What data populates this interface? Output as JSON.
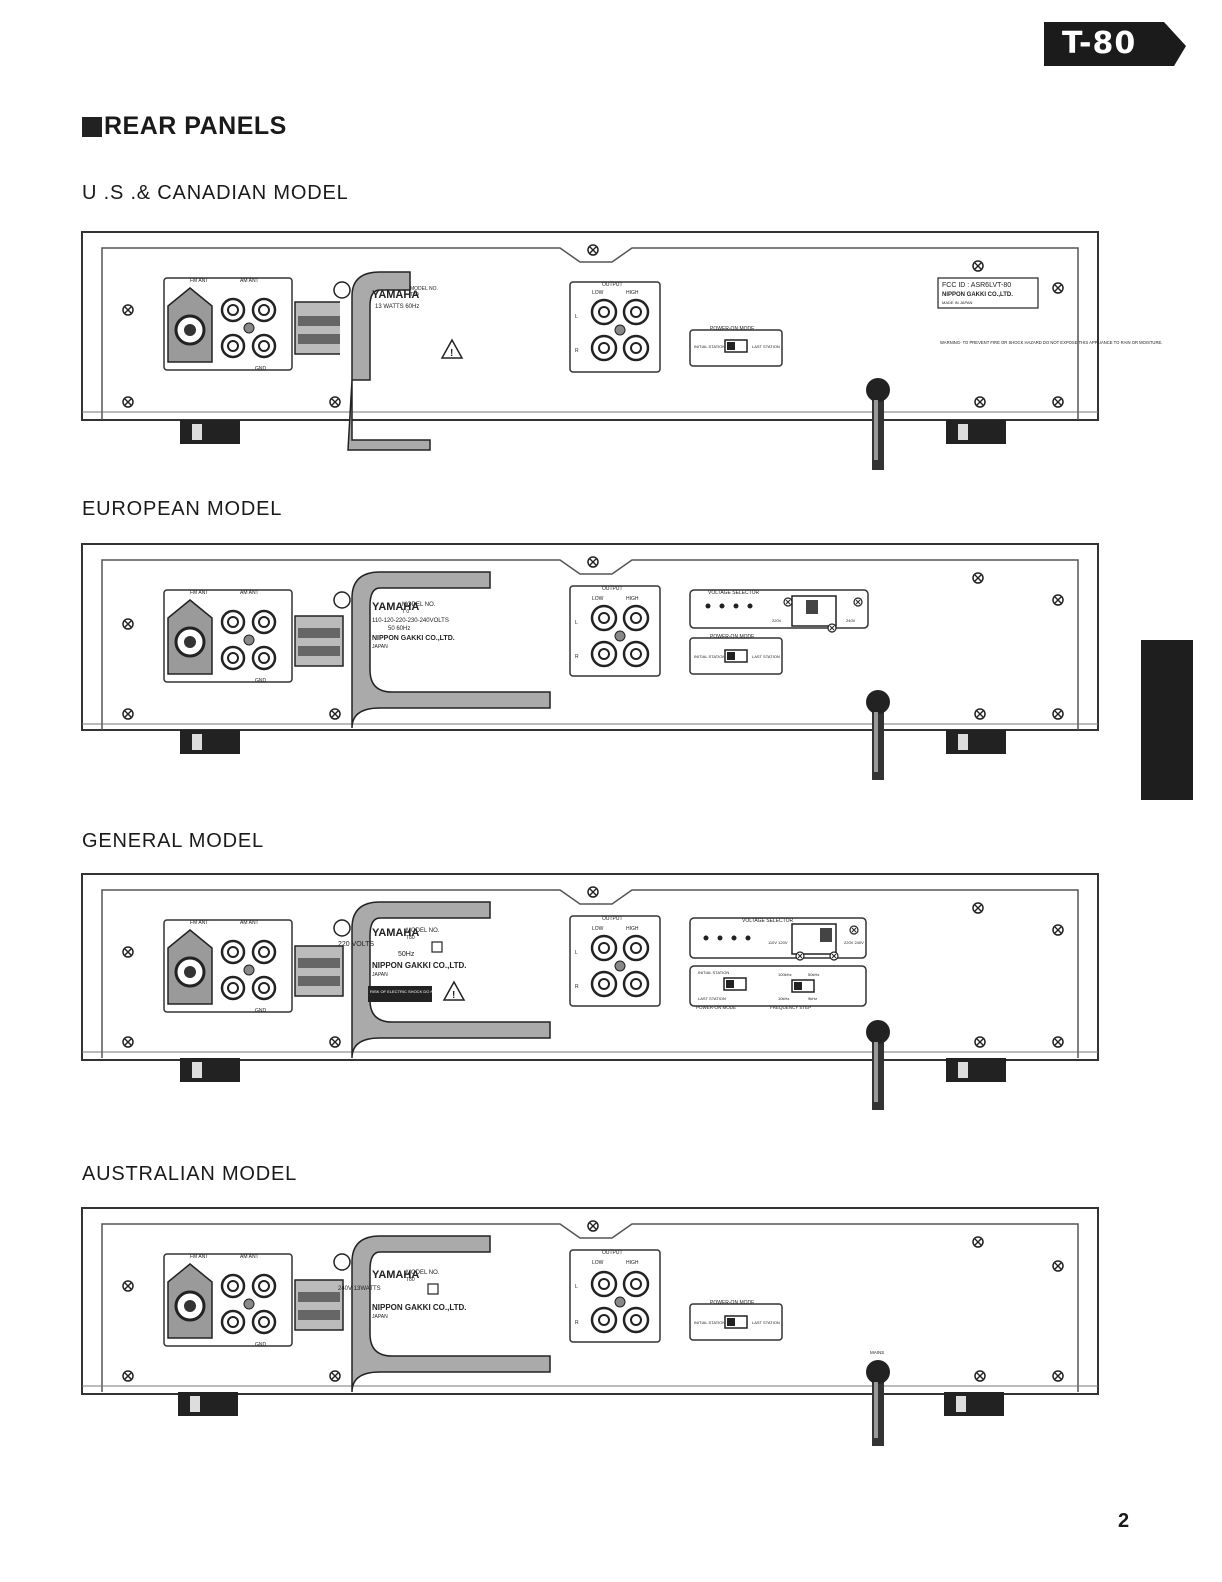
{
  "header": {
    "model_tab": "T-80"
  },
  "page": {
    "title": "REAR PANELS",
    "number": "2"
  },
  "models": [
    {
      "heading": "U .S .& CANADIAN MODEL",
      "antenna": {
        "fm": "FM ANT",
        "am": "AM ANT",
        "gnd": "GND"
      },
      "output": {
        "title": "OUTPUT",
        "low": "LOW",
        "high": "HIGH",
        "l": "L",
        "r": "R"
      },
      "label": {
        "brand": "YAMAHA",
        "model_no": "MODEL NO.",
        "model": "T80",
        "spec": "13 WATTS  60Hz"
      },
      "power_on_mode": {
        "title": "POWER-ON MODE",
        "initial": "INITIAL STATION",
        "last": "LAST STATION"
      },
      "fcc": {
        "id": "FCC ID : ASR6LVT-80",
        "maker": "NIPPON GAKKI CO.,LTD.",
        "origin": "MADE IN JAPAN"
      },
      "warning": "WARNING- TO PREVENT FIRE OR SHOCK HAZARD DO NOT EXPOSE THIS APPLIANCE TO RAIN OR MOISTURE."
    },
    {
      "heading": "EUROPEAN MODEL",
      "antenna": {
        "fm": "FM ANT",
        "am": "AM ANT",
        "gnd": "GND"
      },
      "output": {
        "title": "OUTPUT",
        "low": "LOW",
        "high": "HIGH",
        "l": "L",
        "r": "R"
      },
      "label": {
        "brand": "YAMAHA",
        "model_no": "MODEL NO.",
        "model": "T 0",
        "spec": "110-120-220-230-240VOLTS",
        "spec2": "50 60Hz",
        "maker": "NIPPON GAKKI CO.,LTD.",
        "origin": "JAPAN"
      },
      "voltage_selector": {
        "title": "VOLTAGE SELECTOR",
        "v1": "220V",
        "v2": "240V"
      },
      "power_on_mode": {
        "title": "POWER-ON MODE",
        "initial": "INITIAL STATION",
        "last": "LAST STATION"
      }
    },
    {
      "heading": "GENERAL MODEL",
      "antenna": {
        "fm": "FM ANT",
        "am": "AM ANT",
        "gnd": "GND"
      },
      "output": {
        "title": "OUTPUT",
        "low": "LOW",
        "high": "HIGH",
        "l": "L",
        "r": "R"
      },
      "label": {
        "brand": "YAMAHA",
        "model_no": "MODEL NO.",
        "model": "T80",
        "spec": "220 VOLTS",
        "spec2": "50Hz",
        "maker": "NIPPON GAKKI CO.,LTD.",
        "origin": "JAPAN"
      },
      "voltage_selector": {
        "title": "VOLTAGE SELECTOR",
        "v1": "110V 120V",
        "v2": "220V 240V"
      },
      "power_on_mode": {
        "title": "POWER-ON MODE",
        "initial": "INITIAL STATION",
        "last": "LAST STATION"
      },
      "frequency_step": {
        "title": "FREQUENCY STEP",
        "a": "100kHz",
        "b": "50kHz",
        "c": "10kHz",
        "d": "9kHz"
      },
      "shock": "RISK OF ELECTRIC SHOCK DO NOT OPEN"
    },
    {
      "heading": "AUSTRALIAN MODEL",
      "antenna": {
        "fm": "FM ANT",
        "am": "AM ANT",
        "gnd": "GND"
      },
      "output": {
        "title": "OUTPUT",
        "low": "LOW",
        "high": "HIGH",
        "l": "L",
        "r": "R"
      },
      "label": {
        "brand": "YAMAHA",
        "model_no": "MODEL NO.",
        "model": "T80",
        "spec": "240V 13WATTS",
        "maker": "NIPPON GAKKI CO.,LTD.",
        "origin": "JAPAN"
      },
      "power_on_mode": {
        "title": "POWER-ON MODE",
        "initial": "INITIAL STATION",
        "last": "LAST STATION"
      },
      "mains": "MAINS"
    }
  ]
}
